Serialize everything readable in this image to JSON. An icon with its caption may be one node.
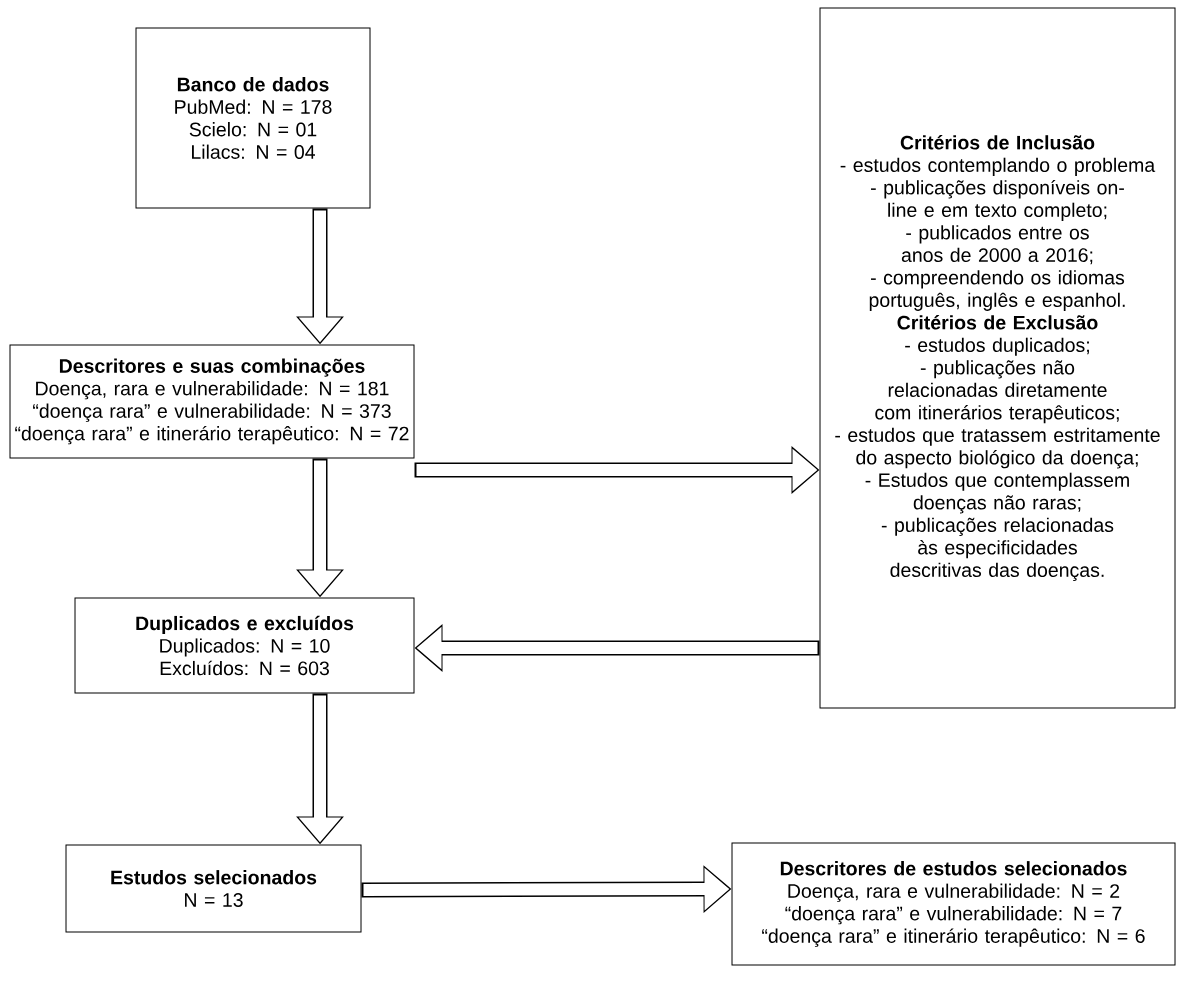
{
  "diagram": {
    "nodes": [
      {
        "text": [
          "Banco de dados",
          "PubMed: N = 178",
          "Scielo: N = 01",
          "Lilacs: N = 04"
        ]
      },
      {
        "text": [
          "Descritores e suas combinações",
          "Doença, rara e vulnerabilidade: N = 181",
          "“doença rara” e vulnerabilidade: N = 373",
          "“doença rara” e itinerário terapêutico: N = 72"
        ]
      },
      {
        "text": [
          "Duplicados e excluídos",
          "Duplicados: N = 10",
          "Excluídos: N = 603"
        ]
      },
      {
        "text": [
          "Estudos selecionados",
          "N = 13"
        ]
      },
      {
        "text": [
          "Critérios de Inclusão",
          "- estudos contemplando o problema",
          "- publicações disponíveis on-line e em texto completo;",
          "- publicados entre os anos de 2000 a 2016;",
          "- compreendendo os idiomas português, inglês e espanhol.",
          "Critérios de Exclusão",
          "- estudos duplicados;",
          "- publicações não relacionadas diretamente com itinerários terapêuticos;",
          "- estudos que tratassem estritamente do aspecto biológico da doença;",
          "- Estudos que contemplassem doenças não raras;",
          "- publicações relacionadas às especificidades descritivas das doenças."
        ]
      },
      {
        "text": [
          "Descritores de estudos selecionados",
          "Doença, rara e vulnerabilidade: N = 2",
          "“doença rara” e vulnerabilidade: N = 7",
          "“doença rara” e itinerário terapêutico: N = 6"
        ]
      }
    ],
    "edges": [
      {
        "from": 0,
        "to": 1,
        "arrow": "to"
      },
      {
        "from": 1,
        "to": 2,
        "arrow": "to"
      },
      {
        "from": 2,
        "to": 3,
        "arrow": "to"
      },
      {
        "from": 1,
        "to": 4,
        "arrow": "to"
      },
      {
        "from": 4,
        "to": 2,
        "arrow": "to"
      },
      {
        "from": 3,
        "to": 5,
        "arrow": "to"
      }
    ]
  }
}
